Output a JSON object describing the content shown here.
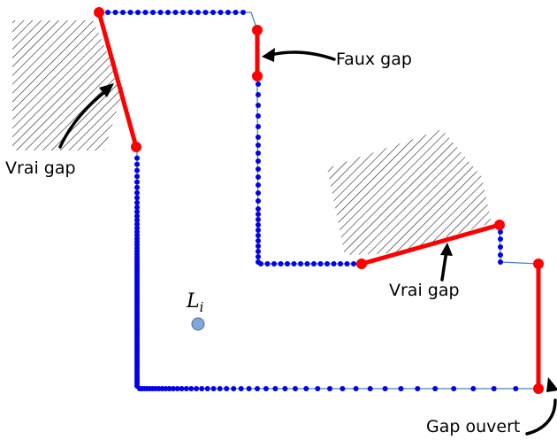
{
  "labels": {
    "faux_gap": "Faux gap",
    "vrai_gap_left": "Vrai gap",
    "vrai_gap_right": "Vrai gap",
    "gap_ouvert": "Gap ouvert",
    "robot_main": "L",
    "robot_sub": "i"
  },
  "colors": {
    "scan_points": "#0000ee",
    "scan_line": "#4f81bd",
    "gap": "#ff0000",
    "robot": "#7ea7d8",
    "robot_stroke": "#4f6fa0",
    "hatch": "#222222",
    "arrow": "#000000"
  }
}
